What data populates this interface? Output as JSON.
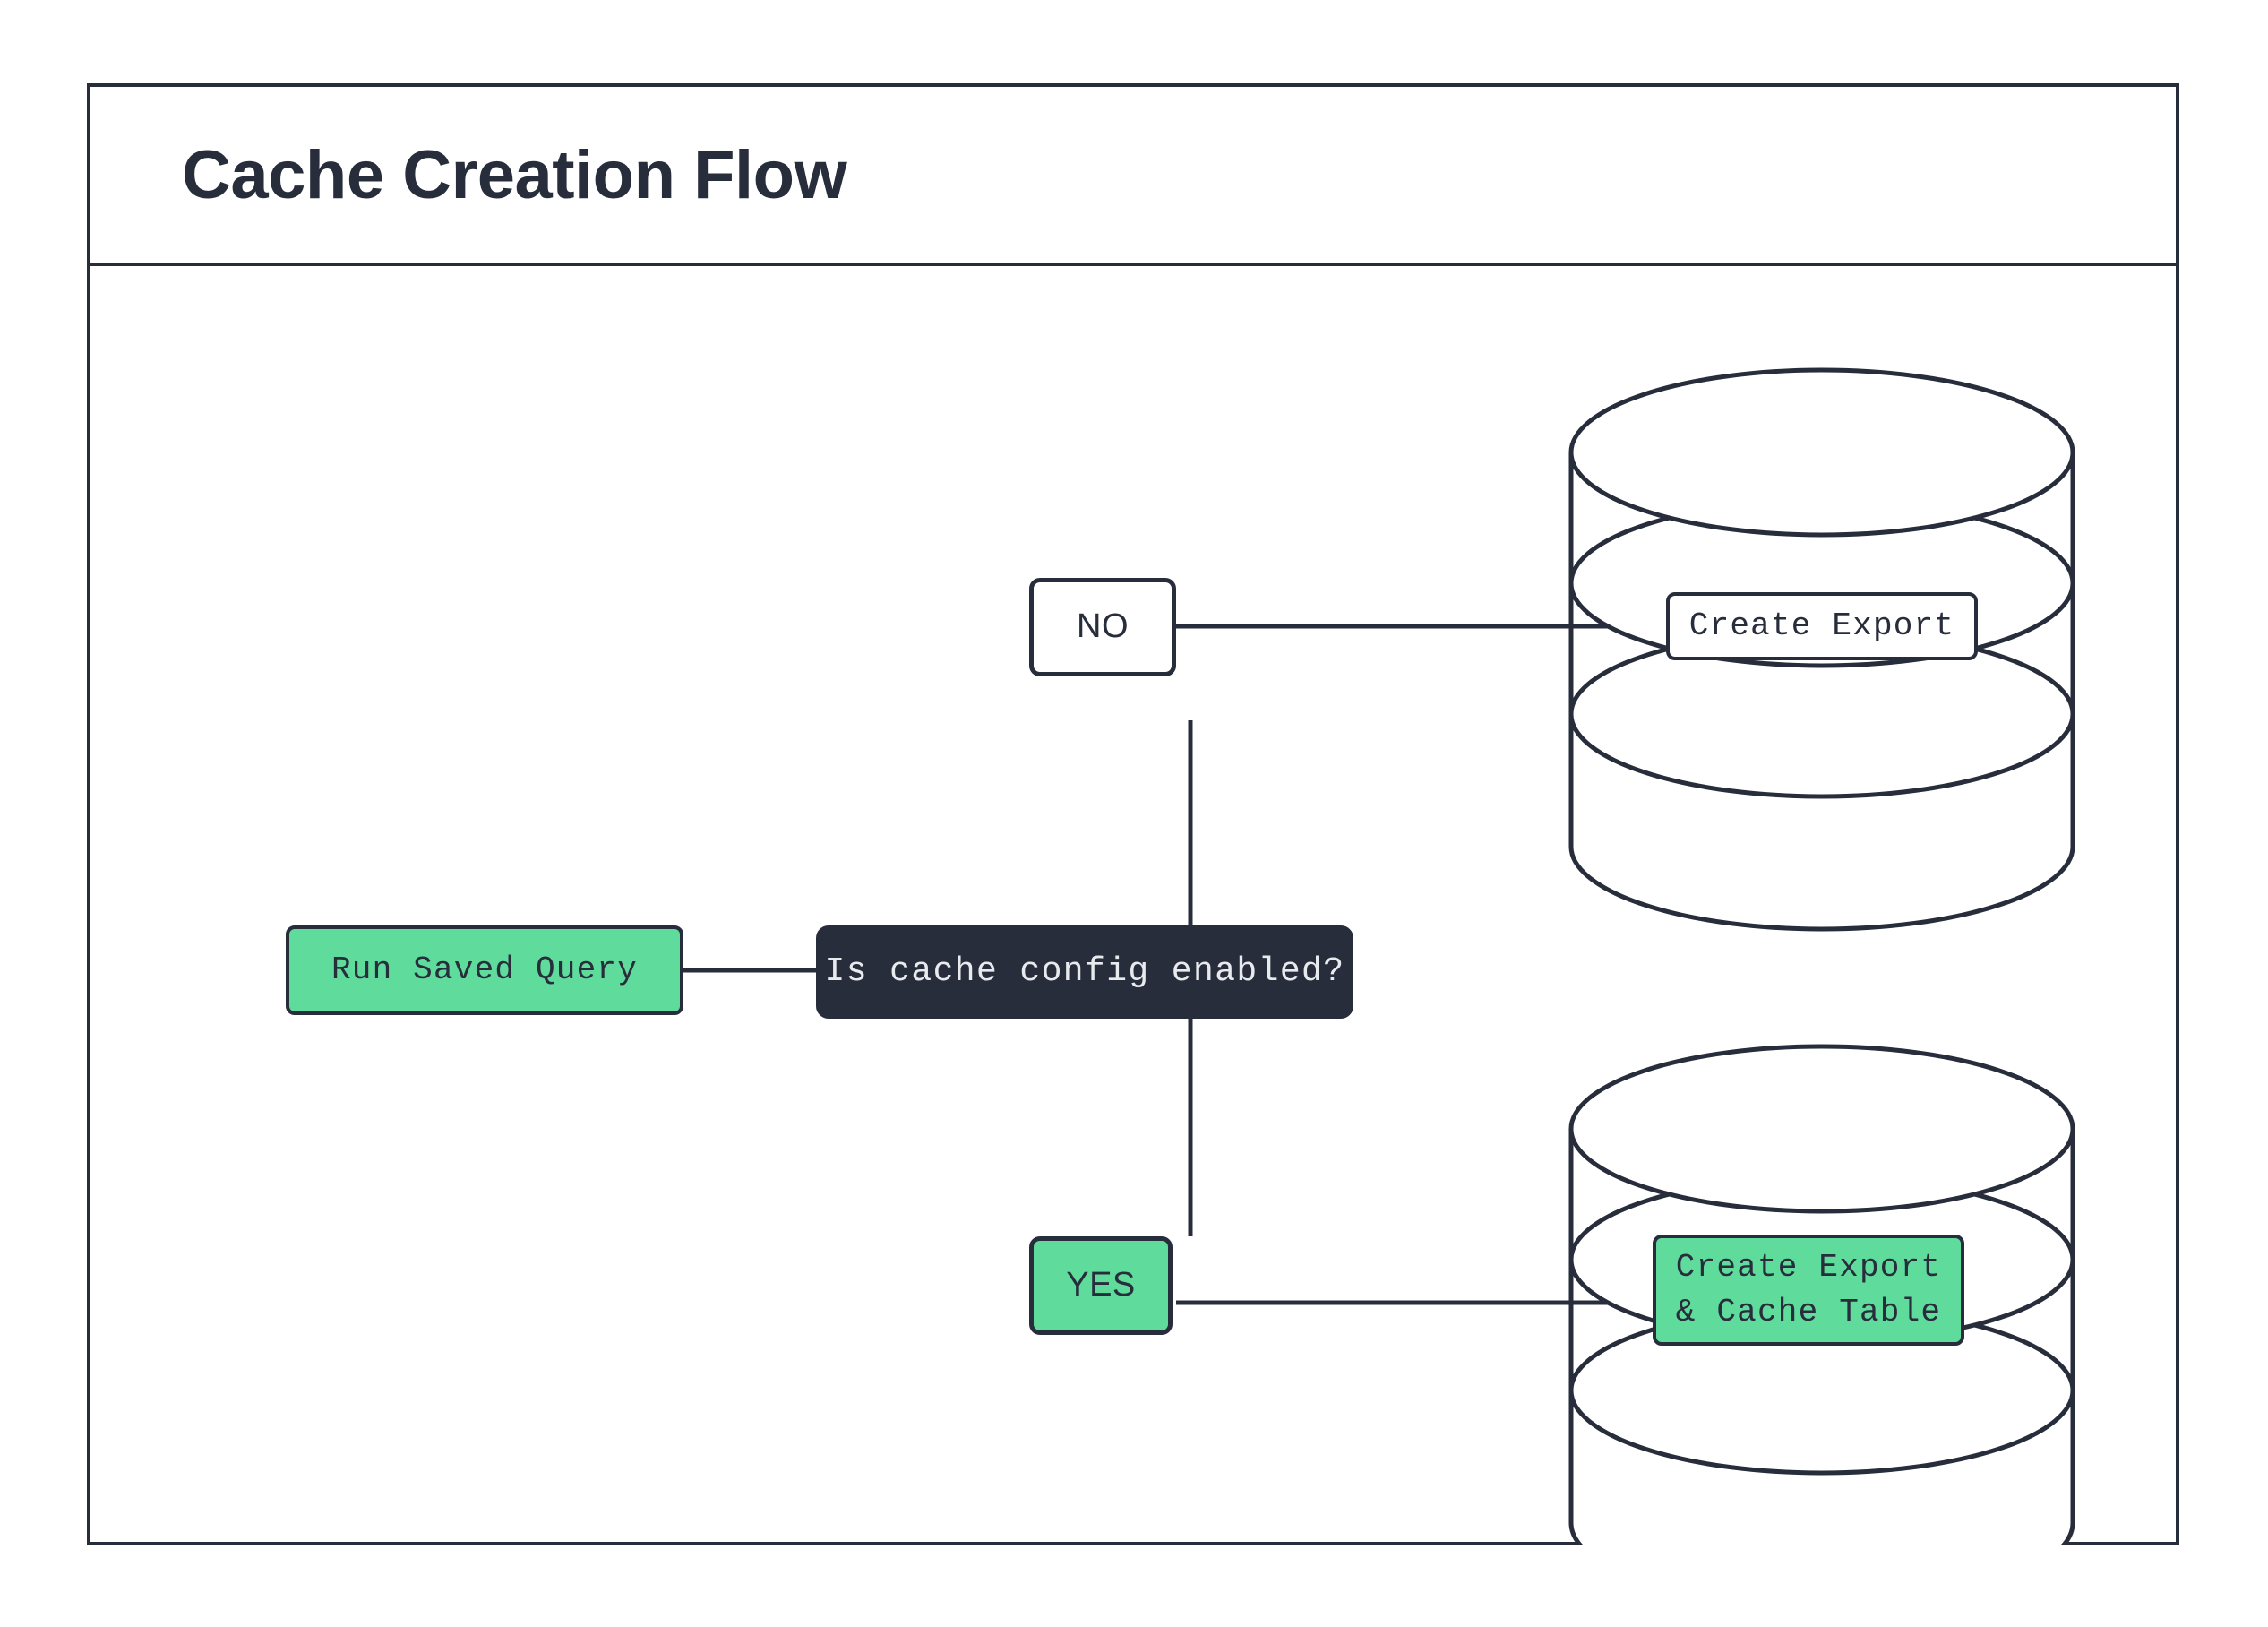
{
  "diagram": {
    "title": "Cache Creation Flow",
    "type": "flowchart",
    "colors": {
      "stroke": "#282d3c",
      "accent_green": "#5fdb9c",
      "decision_fill": "#282d3c",
      "decision_text": "#e8eaee",
      "background": "#ffffff"
    },
    "nodes": {
      "start": {
        "label": "Run Saved Query",
        "shape": "rounded-rect",
        "fill": "green"
      },
      "decision": {
        "label": "Is cache config enabled?",
        "shape": "rounded-rect",
        "fill": "dark"
      },
      "branch_no": {
        "label": "NO",
        "shape": "rounded-rect",
        "fill": "white"
      },
      "branch_yes": {
        "label": "YES",
        "shape": "rounded-rect",
        "fill": "green"
      },
      "db_top": {
        "label": "Create Export",
        "shape": "database-cylinder",
        "fill": "white"
      },
      "db_bottom": {
        "label": "Create Export\n& Cache Table",
        "shape": "database-cylinder",
        "fill": "green"
      }
    },
    "edges": [
      {
        "from": "start",
        "to": "decision",
        "label": ""
      },
      {
        "from": "decision",
        "to": "branch_no",
        "label": ""
      },
      {
        "from": "branch_no",
        "to": "db_top",
        "label": ""
      },
      {
        "from": "decision",
        "to": "branch_yes",
        "label": ""
      },
      {
        "from": "branch_yes",
        "to": "db_bottom",
        "label": ""
      }
    ]
  }
}
